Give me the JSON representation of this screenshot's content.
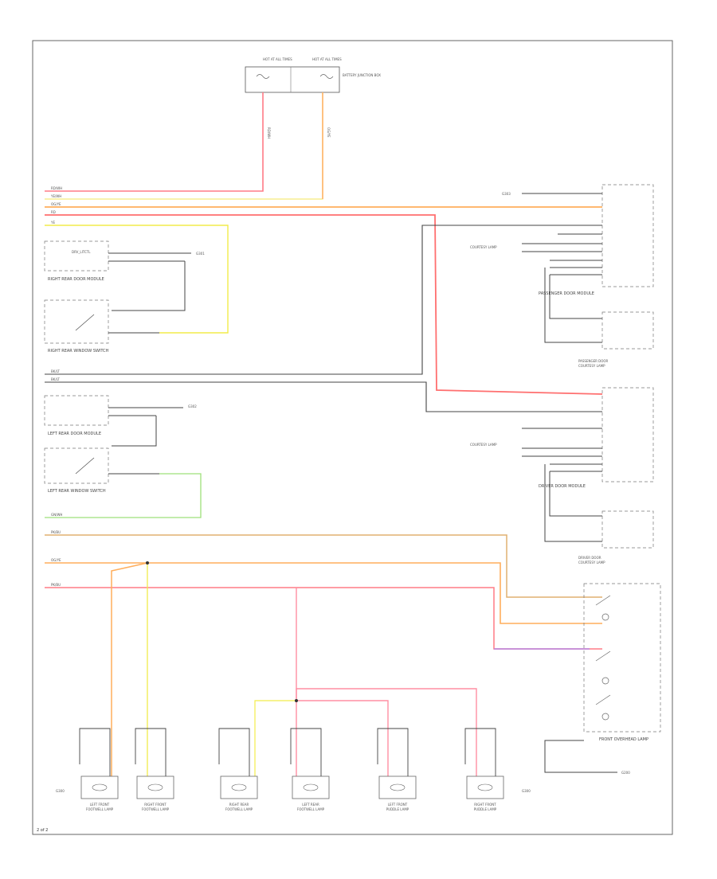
{
  "diagram": {
    "corner_label": "2 of 2",
    "colors": {
      "red": "#ff6f6f",
      "pink": "#ff8fa3",
      "orange": "#ffae5c",
      "yellow": "#f2ec4a",
      "light_yellow": "#f5f2a0",
      "green": "#9ee07a",
      "violet": "#b783e0",
      "tan": "#e0b070",
      "black": "#444444",
      "gray": "#9a9a9a"
    },
    "top_fuses": {
      "left": "HOT AT ALL TIMES",
      "right": "HOT AT ALL TIMES",
      "note": "BATTERY JUNCTION BOX"
    },
    "modules": {
      "rear_door_right": "RIGHT REAR DOOR MODULE",
      "rear_door_switch_right": "RIGHT REAR WINDOW SWITCH",
      "rear_door_left": "LEFT REAR DOOR MODULE",
      "rear_door_switch_left": "LEFT REAR WINDOW SWITCH",
      "passenger_door": "PASSENGER DOOR MODULE",
      "driver_door": "DRIVER DOOR MODULE",
      "overhead_lamp": "FRONT OVERHEAD LAMP"
    },
    "bottom_lamps": [
      "LEFT FRONT FOOTWELL LAMP",
      "RIGHT FRONT FOOTWELL LAMP",
      "RIGHT REAR FOOTWELL LAMP",
      "LEFT REAR FOOTWELL LAMP",
      "LEFT FRONT PUDDLE LAMP",
      "RIGHT FRONT PUDDLE LAMP"
    ],
    "ground_label": "G300"
  }
}
